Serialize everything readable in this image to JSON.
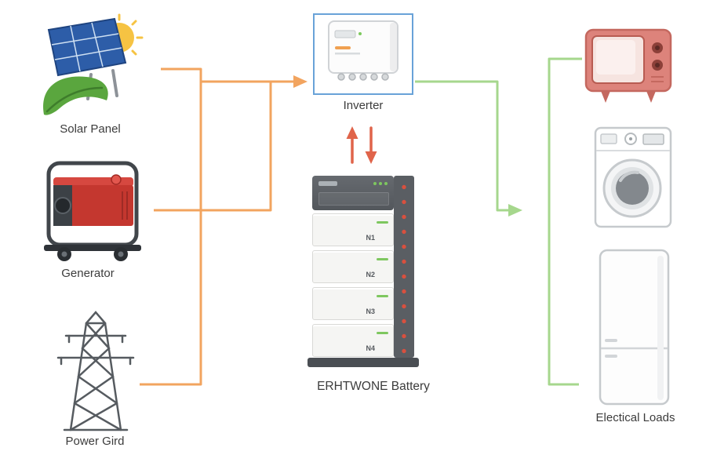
{
  "colors": {
    "source_line": "#f2a45f",
    "load_line": "#a6d78d",
    "exchange_arrow": "#e0644a",
    "inverter_box_border": "#69a2d8"
  },
  "nodes": {
    "solar": {
      "label": "Solar Panel"
    },
    "generator": {
      "label": "Generator"
    },
    "grid": {
      "label": "Power Gird"
    },
    "inverter": {
      "label": "Inverter"
    },
    "battery": {
      "label": "ERHTWONE Battery",
      "modules": [
        "N1",
        "N2",
        "N3",
        "N4"
      ]
    },
    "loads": {
      "label": "Electical Loads",
      "devices": [
        "tv",
        "washing-machine",
        "refrigerator"
      ]
    }
  }
}
